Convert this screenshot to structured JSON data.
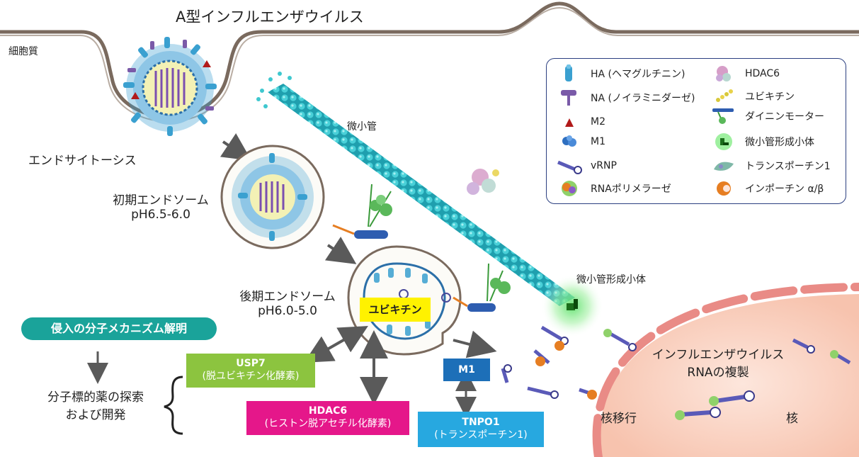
{
  "title": "A型インフルエンザウイルス",
  "labels": {
    "cytoplasm": "細胞質",
    "endocytosis": "エンドサイトーシス",
    "early_endosome_1": "初期エンドソーム",
    "early_endosome_2": "pH6.5-6.0",
    "late_endosome_1": "後期エンドソーム",
    "late_endosome_2": "pH6.0-5.0",
    "microtubule": "微小管",
    "mtoc": "微小管形成小体",
    "replication_1": "インフルエンザウイルス",
    "replication_2": "RNAの複製",
    "nuclear_import": "核移行",
    "nucleus": "核",
    "mechanism": "侵入の分子メカニズム解明",
    "drug_1": "分子標的薬の探索",
    "drug_2": "および開発"
  },
  "boxes": {
    "ubiquitin": "ユビキチン",
    "usp7_1": "USP7",
    "usp7_2": "(脱ユビキチン化酵素)",
    "hdac6_1": "HDAC6",
    "hdac6_2": "(ヒストン脱アセチル化酵素)",
    "m1": "M1",
    "tnpo1_1": "TNPO1",
    "tnpo1_2": "(トランスポーチン1)"
  },
  "legend": {
    "ha": "HA (ヘマグルチニン)",
    "na": "NA (ノイラミニダーゼ)",
    "m2": "M2",
    "m1": "M1",
    "vrnp": "vRNP",
    "rnapol": "RNAポリメラーゼ",
    "hdac6": "HDAC6",
    "ubiquitin": "ユビキチン",
    "dynein": "ダイニンモーター",
    "mtoc": "微小管形成小体",
    "transportin": "トランスポーチン1",
    "importin": "インポーチン α/β"
  },
  "colors": {
    "membrane": "#7a6a5e",
    "nucleus_fill": "#fbd8c8",
    "nucleus_envelope": "#e98b86",
    "microtubule": "#2fb8c4",
    "ha": "#3aa0d0",
    "na": "#7a5aa8",
    "mechanism_pill": "#1aa39a",
    "usp7_box": "#8cc43f",
    "hdac6_box": "#e5178a",
    "m1_box": "#1d6fb8",
    "tnpo1_box": "#27a8e0",
    "ubiquitin_box": "#fff200"
  }
}
